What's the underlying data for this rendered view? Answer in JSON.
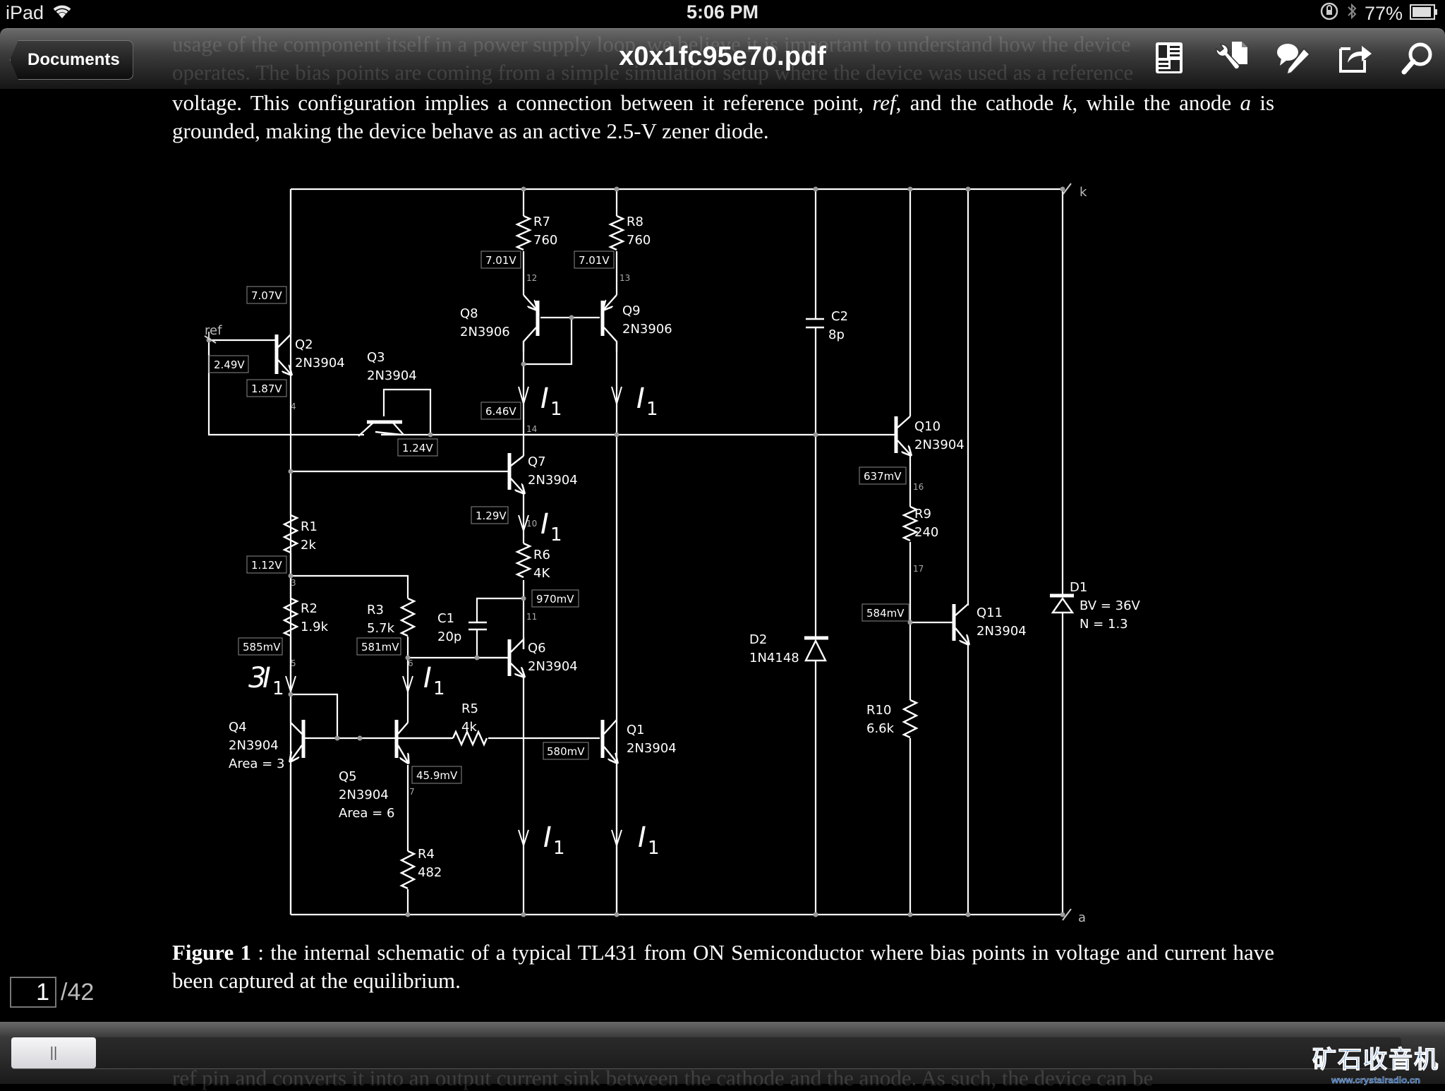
{
  "status_bar": {
    "device": "iPad",
    "time": "5:06 PM",
    "battery": "77%",
    "icons": [
      "wifi-icon",
      "rotation-lock-icon",
      "bluetooth-icon",
      "battery-icon"
    ]
  },
  "nav_bar": {
    "back_label": "Documents",
    "title": "x0x1fc95e70.pdf",
    "actions": [
      "outline-icon",
      "tools-icon",
      "annotate-icon",
      "share-icon",
      "search-icon"
    ],
    "ghost_lines": [
      "usage of the component itself in a power supply loop, we believe it is important to understand how the device",
      "operates. The bias points are coming from a simple simulation setup where the device was used as a reference"
    ]
  },
  "document": {
    "intro_line1_a": "voltage. This configuration implies a connection between it reference point, ",
    "intro_ref": "ref",
    "intro_line1_b": ", and the cathode ",
    "intro_k": "k",
    "intro_line1_c": ", while the",
    "intro_line2_a": "anode ",
    "intro_a": "a",
    "intro_line2_b": " is grounded, making the device behave as an active 2.5-V zener diode.",
    "caption_bold": "Figure 1",
    "caption_rest": " : the internal schematic of a typical TL431 from ON Semiconductor where bias points in voltage and current have been captured at the equilibrium.",
    "next_page_ghost": "ref pin and converts it into an output current sink between the cathode and the anode. As such, the device can be"
  },
  "schematic": {
    "terminals": {
      "k": "k",
      "a": "a",
      "ref": "ref"
    },
    "transistors": [
      {
        "id": "Q1",
        "part": "2N3904",
        "extra": ""
      },
      {
        "id": "Q2",
        "part": "2N3904",
        "extra": ""
      },
      {
        "id": "Q3",
        "part": "2N3904",
        "extra": ""
      },
      {
        "id": "Q4",
        "part": "2N3904",
        "extra": "Area = 3"
      },
      {
        "id": "Q5",
        "part": "2N3904",
        "extra": "Area = 6"
      },
      {
        "id": "Q6",
        "part": "2N3904",
        "extra": ""
      },
      {
        "id": "Q7",
        "part": "2N3904",
        "extra": ""
      },
      {
        "id": "Q8",
        "part": "2N3906",
        "extra": ""
      },
      {
        "id": "Q9",
        "part": "2N3906",
        "extra": ""
      },
      {
        "id": "Q10",
        "part": "2N3904",
        "extra": ""
      },
      {
        "id": "Q11",
        "part": "2N3904",
        "extra": ""
      }
    ],
    "resistors": [
      {
        "id": "R1",
        "value": "2k"
      },
      {
        "id": "R2",
        "value": "1.9k"
      },
      {
        "id": "R3",
        "value": "5.7k"
      },
      {
        "id": "R4",
        "value": "482"
      },
      {
        "id": "R5",
        "value": "4k"
      },
      {
        "id": "R6",
        "value": "4K"
      },
      {
        "id": "R7",
        "value": "760"
      },
      {
        "id": "R8",
        "value": "760"
      },
      {
        "id": "R9",
        "value": "240"
      },
      {
        "id": "R10",
        "value": "6.6k"
      }
    ],
    "capacitors": [
      {
        "id": "C1",
        "value": "20p"
      },
      {
        "id": "C2",
        "value": "8p"
      }
    ],
    "diodes": [
      {
        "id": "D1",
        "line2": "BV = 36V",
        "line3": "N = 1.3"
      },
      {
        "id": "D2",
        "line2": "1N4148",
        "line3": ""
      }
    ],
    "voltages": {
      "q2_collector": "7.07V",
      "ref": "2.49V",
      "q2_emitter": "1.87V",
      "r7_bottom": "7.01V",
      "r8_bottom": "7.01V",
      "node14": "6.46V",
      "q3": "1.24V",
      "node10": "1.29V",
      "node3": "1.12V",
      "node11": "970mV",
      "node5": "585mV",
      "node6": "581mV",
      "node7": "45.9mV",
      "q1_base": "580mV",
      "node16": "637mV",
      "node17": "584mV"
    },
    "node_numbers": [
      "12",
      "13",
      "4",
      "14",
      "10",
      "3",
      "11",
      "5",
      "6",
      "7",
      "16",
      "17"
    ],
    "currents": {
      "i1": "I",
      "sub": "1",
      "three": "3"
    }
  },
  "page_indicator": {
    "current": "1",
    "total": "/42"
  },
  "scrubber": {
    "thumb_glyph": "||",
    "position_fraction": 0.0
  },
  "watermark": {
    "cn": "矿石收音机",
    "url": "www.crystalradio.cn"
  },
  "colors": {
    "wire": "#ffffff",
    "junction": "#9a9a9a",
    "label_box": "#8a8a8a",
    "watermark": "#1d5fb5"
  }
}
